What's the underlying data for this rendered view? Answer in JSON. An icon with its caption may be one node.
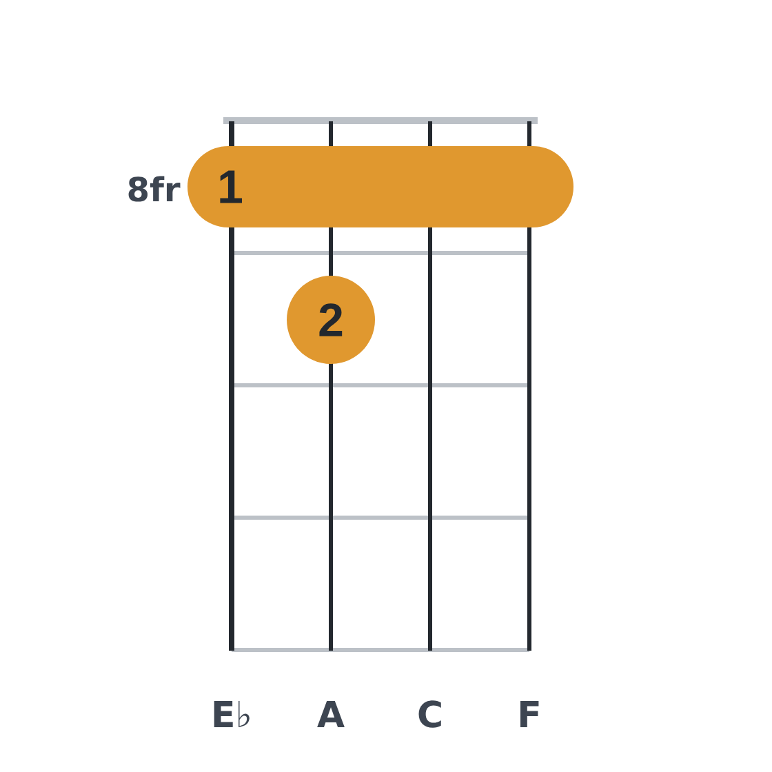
{
  "diagram": {
    "nodes": [
      {
        "text": [
          "1"
        ]
      },
      {
        "text": [
          "2"
        ]
      }
    ],
    "labels": [
      "8fr",
      "E♭",
      "A",
      "C",
      "F"
    ]
  }
}
